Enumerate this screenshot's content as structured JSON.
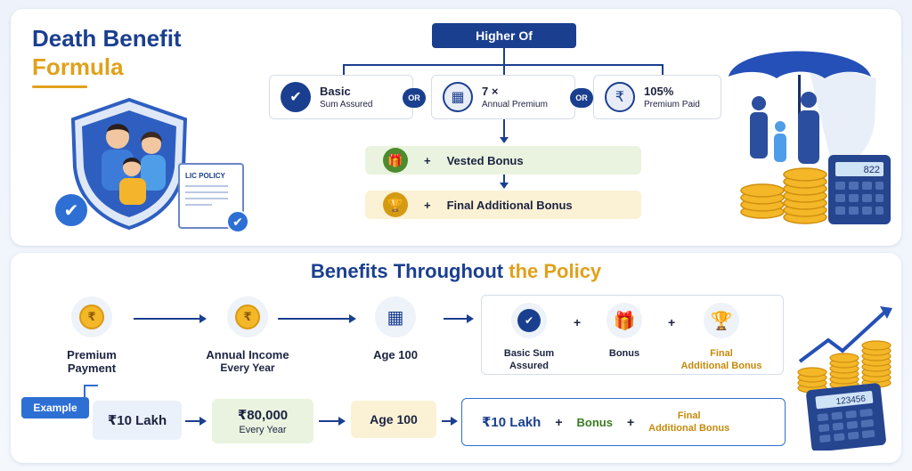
{
  "header": {
    "title_line1": "Death Benefit",
    "title_line2": "Formula"
  },
  "formula": {
    "higher_of": "Higher Of",
    "options": [
      {
        "main": "Basic",
        "sub": "Sum Assured",
        "icon": "shield-check-icon"
      },
      {
        "main": "7 ×",
        "sub": "Annual Premium",
        "icon": "calculator-icon"
      },
      {
        "main": "105%",
        "sub": "Premium Paid",
        "icon": "rupee-coin-icon"
      }
    ],
    "or_label": "OR",
    "plus": "+",
    "vested_bonus": "Vested Bonus",
    "final_additional_bonus": "Final Additional Bonus"
  },
  "illustration": {
    "policy_doc_title": "LIC POLICY",
    "calculator_display_top": "822",
    "calculator_display_bottom": "123456"
  },
  "benefits": {
    "title_part1": "Benefits Throughout",
    "title_part2": "the Policy",
    "steps": [
      {
        "label": "Premium",
        "label2": "Payment",
        "sub": ""
      },
      {
        "label": "Annual Income",
        "label2": "",
        "sub": "Every Year"
      },
      {
        "label": "Age 100",
        "label2": "",
        "sub": ""
      }
    ],
    "coin_symbol": "₹",
    "components": [
      {
        "label": "Basic Sum",
        "label2": "Assured"
      },
      {
        "label": "Bonus",
        "label2": ""
      },
      {
        "label": "Final",
        "label2": "Additional Bonus"
      }
    ]
  },
  "example": {
    "tag": "Example",
    "amount": "₹10 Lakh",
    "income": "₹80,000",
    "income_sub": "Every Year",
    "age": "Age 100",
    "result_amount": "₹10 Lakh",
    "result_bonus": "Bonus",
    "result_final_line1": "Final",
    "result_final_line2": "Additional Bonus"
  },
  "colors": {
    "primary_blue": "#1a3f8f",
    "gold": "#e0a11b",
    "green": "#4d8b2d"
  }
}
